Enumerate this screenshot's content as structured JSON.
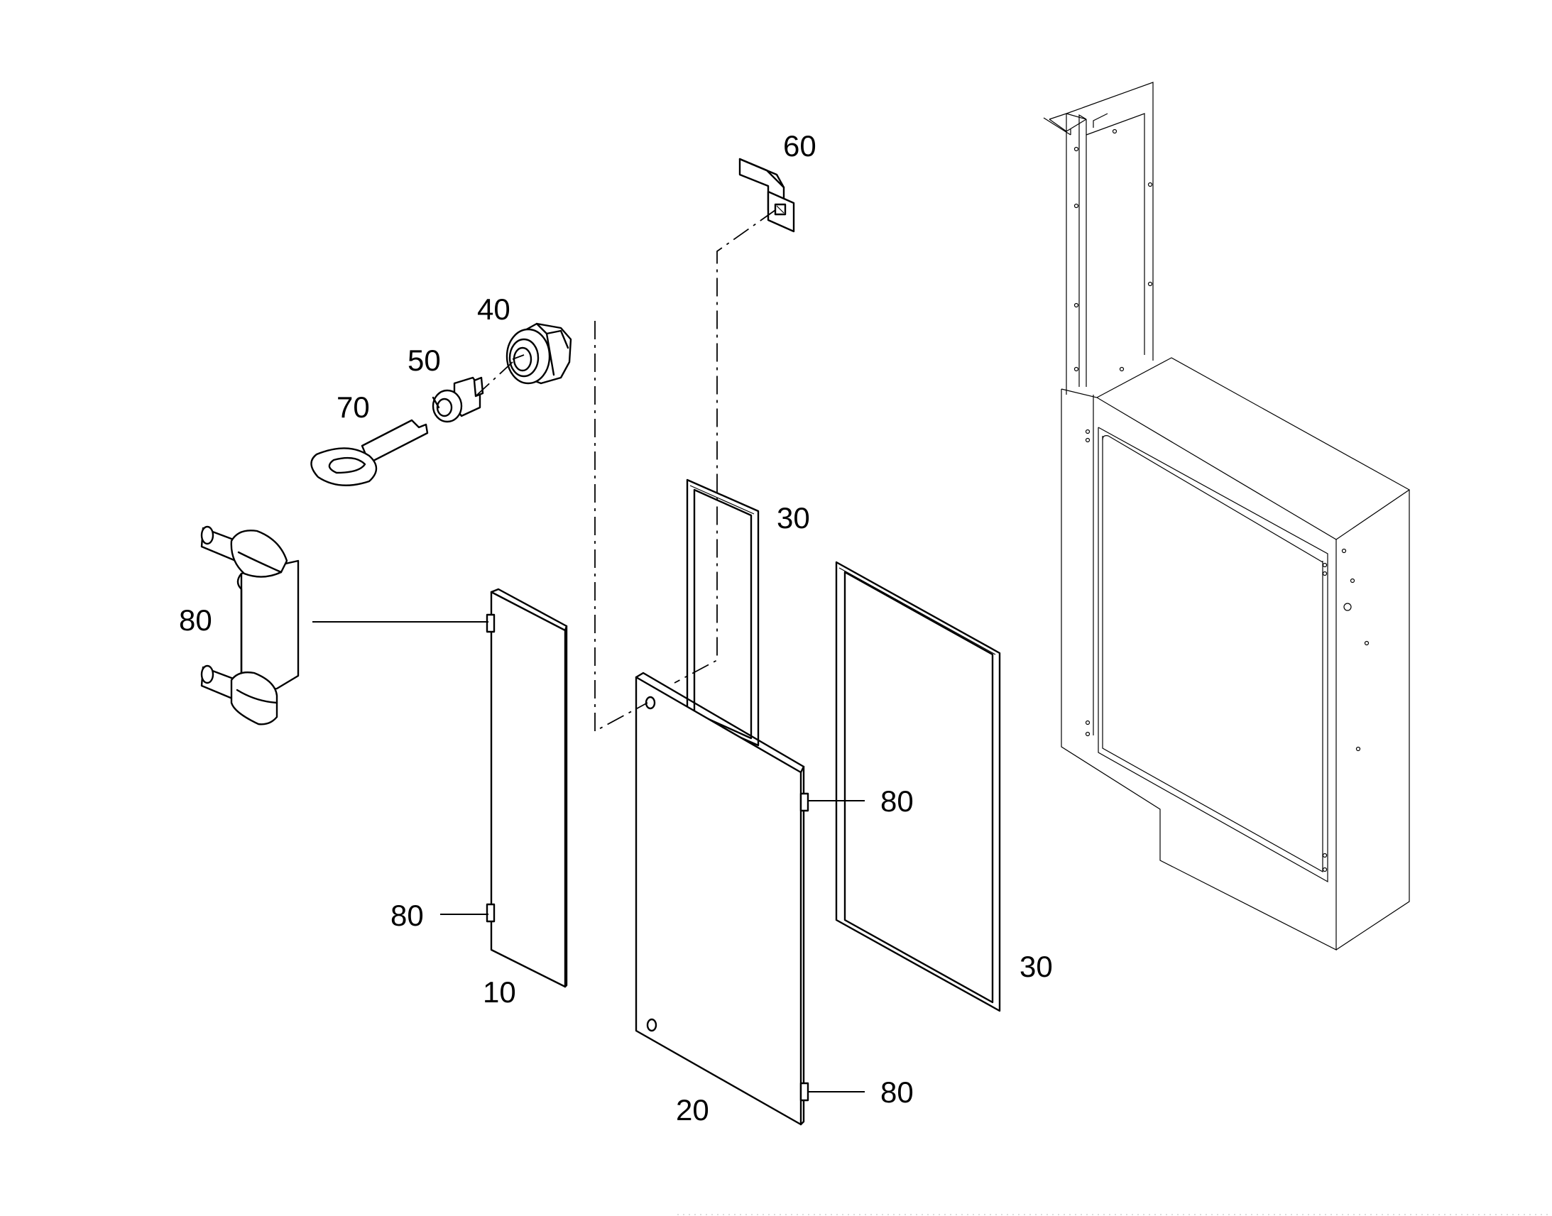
{
  "diagram": {
    "callouts": {
      "c60": "60",
      "c40": "40",
      "c50": "50",
      "c70": "70",
      "c30_top": "30",
      "c80_hinge": "80",
      "c80_right_top": "80",
      "c80_left_bottom": "80",
      "c10": "10",
      "c30_bottom": "30",
      "c20": "20",
      "c80_right_bottom": "80"
    }
  }
}
